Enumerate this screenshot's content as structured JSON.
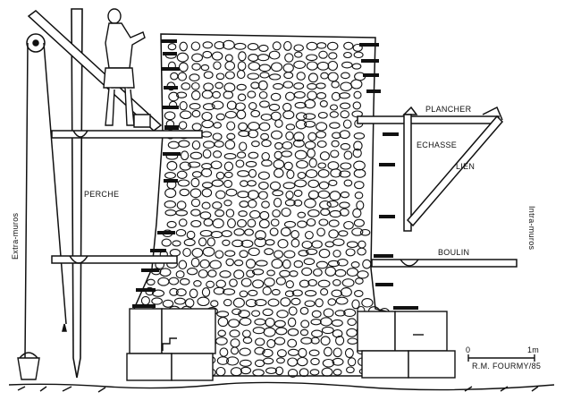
{
  "labels": {
    "perche": "PERCHE",
    "plancher": "PLANCHER",
    "echasse": "ECHASSE",
    "lien": "LIEN",
    "boulin": "BOULIN",
    "extra_muros": "Extra-muros",
    "intra_muros": "Intra-muros"
  },
  "scale": {
    "zero": "0",
    "one": "1m"
  },
  "credit": "R.M. FOURMY/85",
  "colors": {
    "ink": "#111111",
    "paper": "#ffffff"
  }
}
